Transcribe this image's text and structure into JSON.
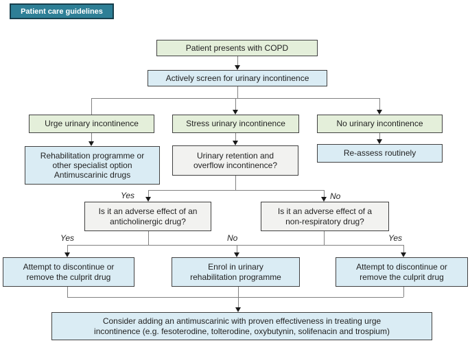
{
  "title_badge": {
    "label": "Patient care guidelines"
  },
  "palette": {
    "teal": "#2e7f96",
    "teal_border": "#173e4b",
    "green_fill": "#e4efda",
    "blue_fill": "#daecf4",
    "gray_fill": "#f2f2f0",
    "box_border": "#3f3f3f",
    "line_color": "#808080",
    "arrow_color": "#1a1a1a",
    "text_color": "#1f1f1f"
  },
  "nodes": {
    "copd": {
      "lines": [
        "Patient presents with COPD"
      ]
    },
    "screen": {
      "lines": [
        "Actively screen for urinary incontinence"
      ]
    },
    "urge": {
      "lines": [
        "Urge urinary incontinence"
      ]
    },
    "stress": {
      "lines": [
        "Stress urinary incontinence"
      ]
    },
    "no_ui": {
      "lines": [
        "No urinary incontinence"
      ]
    },
    "rehab": {
      "lines": [
        "Rehabilitation programme or",
        "other specialist option",
        "Antimuscarinic drugs"
      ]
    },
    "retention": {
      "lines": [
        "Urinary retention and",
        "overflow incontinence?"
      ]
    },
    "reassess": {
      "lines": [
        "Re-assess routinely"
      ]
    },
    "anticholinergic": {
      "lines": [
        "Is it an adverse effect of an",
        "anticholinergic drug?"
      ]
    },
    "nonrespiratory": {
      "lines": [
        "Is it an adverse effect of a",
        "non-respiratory drug?"
      ]
    },
    "attempt_left": {
      "lines": [
        "Attempt to discontinue or",
        "remove the culprit drug"
      ]
    },
    "enrol": {
      "lines": [
        "Enrol in urinary",
        "rehabilitation programme"
      ]
    },
    "attempt_right": {
      "lines": [
        "Attempt to discontinue or",
        "remove the culprit drug"
      ]
    },
    "consider": {
      "lines": [
        "Consider adding an antimuscarinic with proven effectiveness in treating urge",
        "incontinence (e.g. fesoterodine, tolterodine, oxybutynin, solifenacin and trospium)"
      ]
    }
  },
  "branch_labels": {
    "retention_yes": "Yes",
    "retention_no": "No",
    "anticholinergic_yes": "Yes",
    "anticholinergic_no": "No",
    "nonrespiratory_yes": "Yes"
  }
}
